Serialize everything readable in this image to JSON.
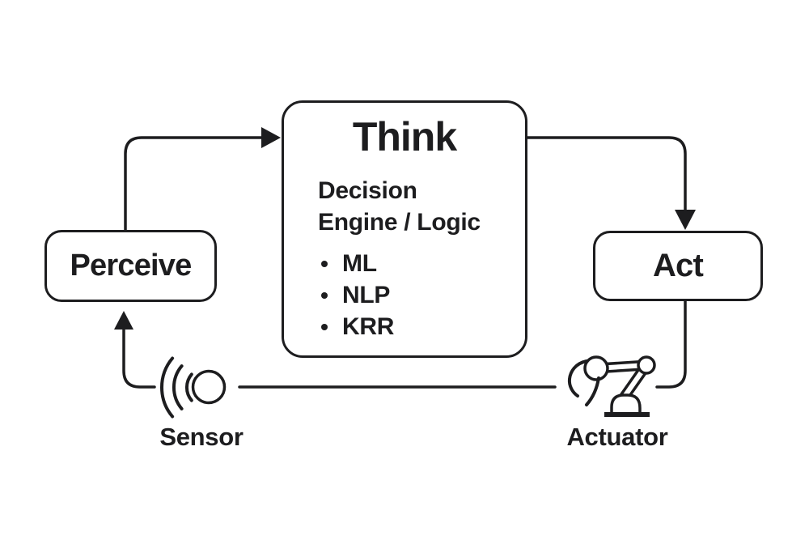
{
  "colors": {
    "ink": "#1d1d1f",
    "background": "#ffffff"
  },
  "diagram": {
    "nodes": {
      "perceive": {
        "label": "Perceive"
      },
      "think": {
        "title": "Think",
        "subtitle_line1": "Decision",
        "subtitle_line2": "Engine / Logic",
        "bullets": [
          "ML",
          "NLP",
          "KRR"
        ]
      },
      "act": {
        "label": "Act"
      }
    },
    "captions": {
      "sensor": "Sensor",
      "actuator": "Actuator"
    },
    "icons": {
      "sensor": "sensor-sound-waves-icon",
      "actuator": "robot-arm-icon"
    },
    "connectors": [
      {
        "name": "perceive-to-think",
        "style": "arrow"
      },
      {
        "name": "think-to-act",
        "style": "arrow"
      },
      {
        "name": "act-to-actuator",
        "style": "line"
      },
      {
        "name": "actuator-to-sensor",
        "style": "line"
      },
      {
        "name": "sensor-to-perceive",
        "style": "arrow"
      }
    ]
  }
}
